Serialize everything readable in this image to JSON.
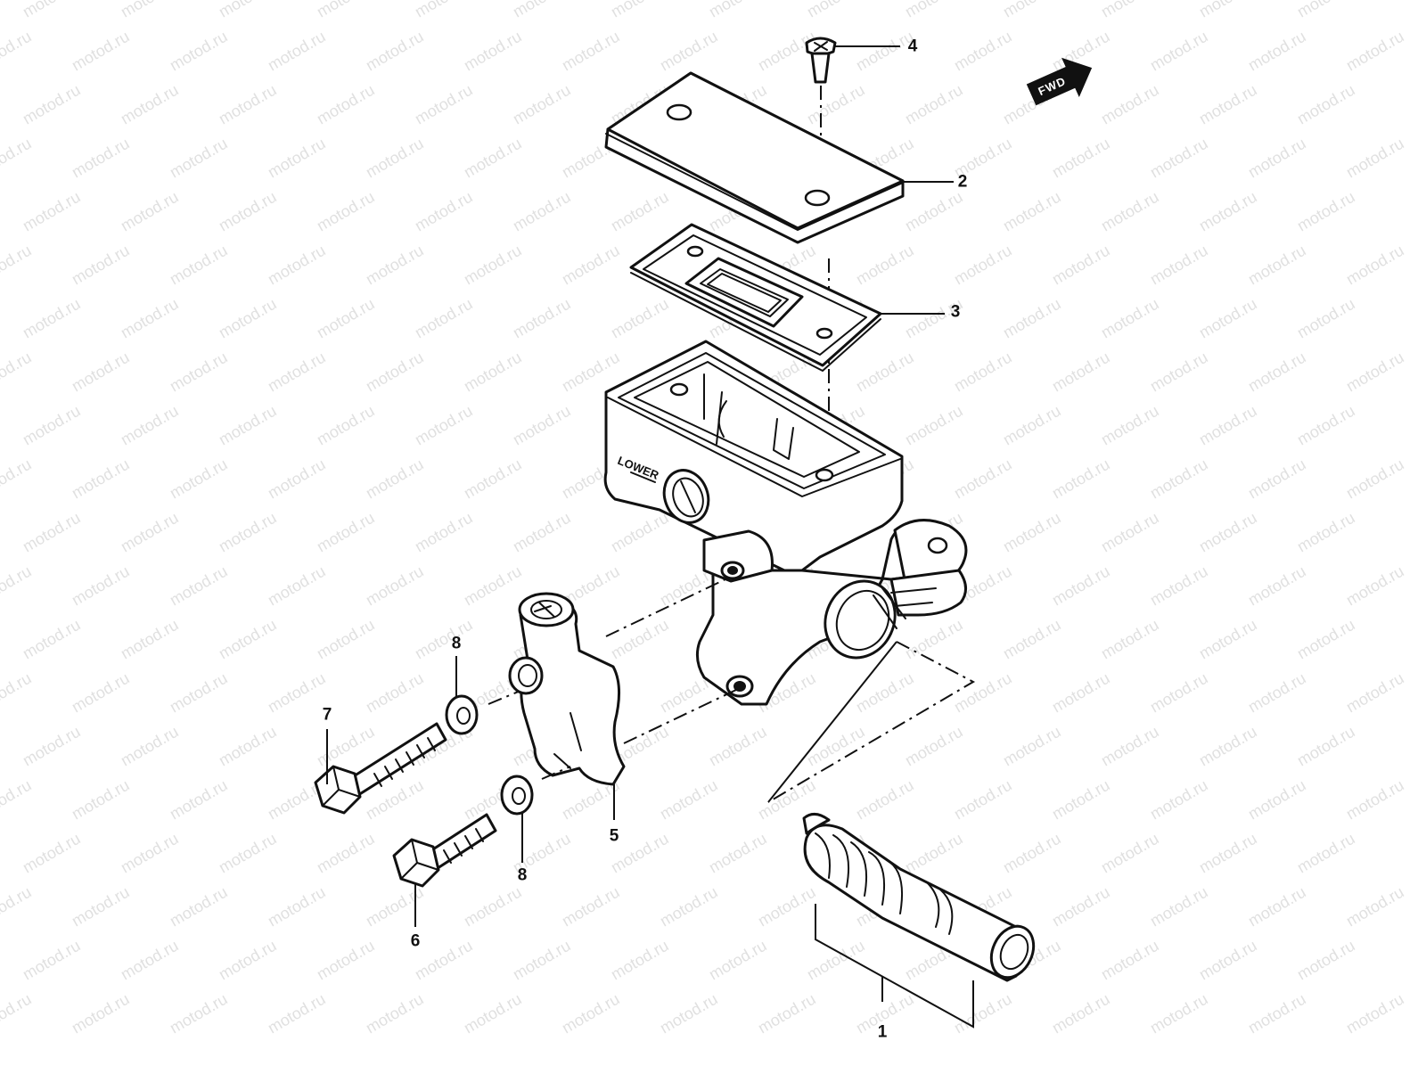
{
  "watermark": {
    "text": "motod.ru"
  },
  "direction_badge": {
    "text": "FWD"
  },
  "reservoir_marking": {
    "text": "LOWER"
  },
  "callouts": [
    {
      "id": "1",
      "label": "1"
    },
    {
      "id": "2",
      "label": "2"
    },
    {
      "id": "3",
      "label": "3"
    },
    {
      "id": "4",
      "label": "4"
    },
    {
      "id": "5",
      "label": "5"
    },
    {
      "id": "6",
      "label": "6"
    },
    {
      "id": "7",
      "label": "7"
    },
    {
      "id": "8a",
      "label": "8"
    },
    {
      "id": "8b",
      "label": "8"
    }
  ],
  "colors": {
    "line": "#111111",
    "background": "#ffffff",
    "watermark": "#c8c8c8"
  }
}
